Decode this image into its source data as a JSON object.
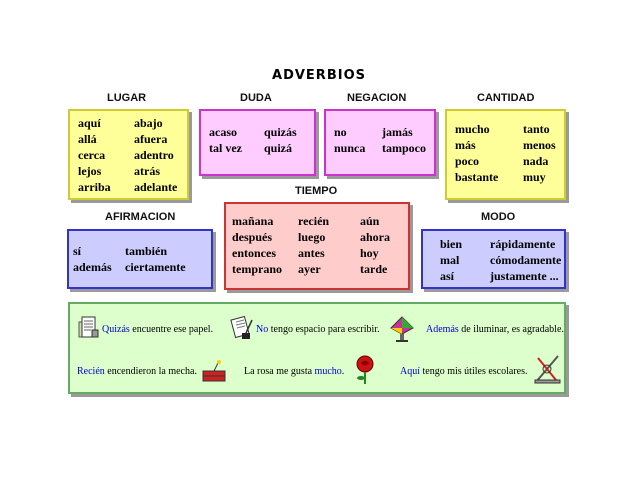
{
  "title": "ADVERBIOS",
  "groups": {
    "lugar": {
      "label": "LUGAR",
      "col1": [
        "aquí",
        "allá",
        "cerca",
        "lejos",
        "arriba"
      ],
      "col2": [
        "abajo",
        "afuera",
        "adentro",
        "atrás",
        "adelante"
      ]
    },
    "duda": {
      "label": "DUDA",
      "col1": [
        "acaso",
        "tal vez"
      ],
      "col2": [
        "quizás",
        "quizá"
      ]
    },
    "negacion": {
      "label": "NEGACION",
      "col1": [
        "no",
        "nunca"
      ],
      "col2": [
        "jamás",
        "tampoco"
      ]
    },
    "cantidad": {
      "label": "CANTIDAD",
      "col1": [
        "mucho",
        "más",
        "poco",
        "bastante"
      ],
      "col2": [
        "tanto",
        "menos",
        "nada",
        "muy"
      ]
    },
    "afirmacion": {
      "label": "AFIRMACION",
      "col1": [
        "sí",
        "además"
      ],
      "col2": [
        "también",
        "ciertamente"
      ]
    },
    "tiempo": {
      "label": "TIEMPO",
      "col1": [
        "mañana",
        "después",
        "entonces",
        "temprano"
      ],
      "col2": [
        "recién",
        "luego",
        "antes",
        "ayer"
      ],
      "col3": [
        "aún",
        "ahora",
        "hoy",
        "tarde"
      ]
    },
    "modo": {
      "label": "MODO",
      "col1": [
        "bien",
        "mal",
        "así"
      ],
      "col2": [
        "rápidamente",
        "cómodamente",
        "justamente ..."
      ]
    }
  },
  "examples": [
    {
      "adverb": "Quizás",
      "before": "",
      "after": " encuentre ese papel."
    },
    {
      "adverb": "No",
      "before": "",
      "after": " tengo espacio para escribir."
    },
    {
      "adverb": "Además",
      "before": "",
      "after": " de iluminar, es agradable."
    },
    {
      "adverb": "Recién",
      "before": "",
      "after": " encendieron la mecha."
    },
    {
      "adverb": "mucho",
      "before": "La rosa me gusta ",
      "after": "."
    },
    {
      "adverb": "Aquí",
      "before": "",
      "after": " tengo mis útiles escolares."
    }
  ],
  "colors": {
    "yellow_box": "#ffff99",
    "pink_box": "#ffccff",
    "blue_box": "#ccccff",
    "red_box": "#ffcccc",
    "green_box": "#ddffcc",
    "highlight": "#0000cc"
  },
  "icons": [
    "document-icon",
    "scroll-pen-icon",
    "lamp-icon",
    "dynamite-icon",
    "rose-icon",
    "school-tools-icon"
  ]
}
